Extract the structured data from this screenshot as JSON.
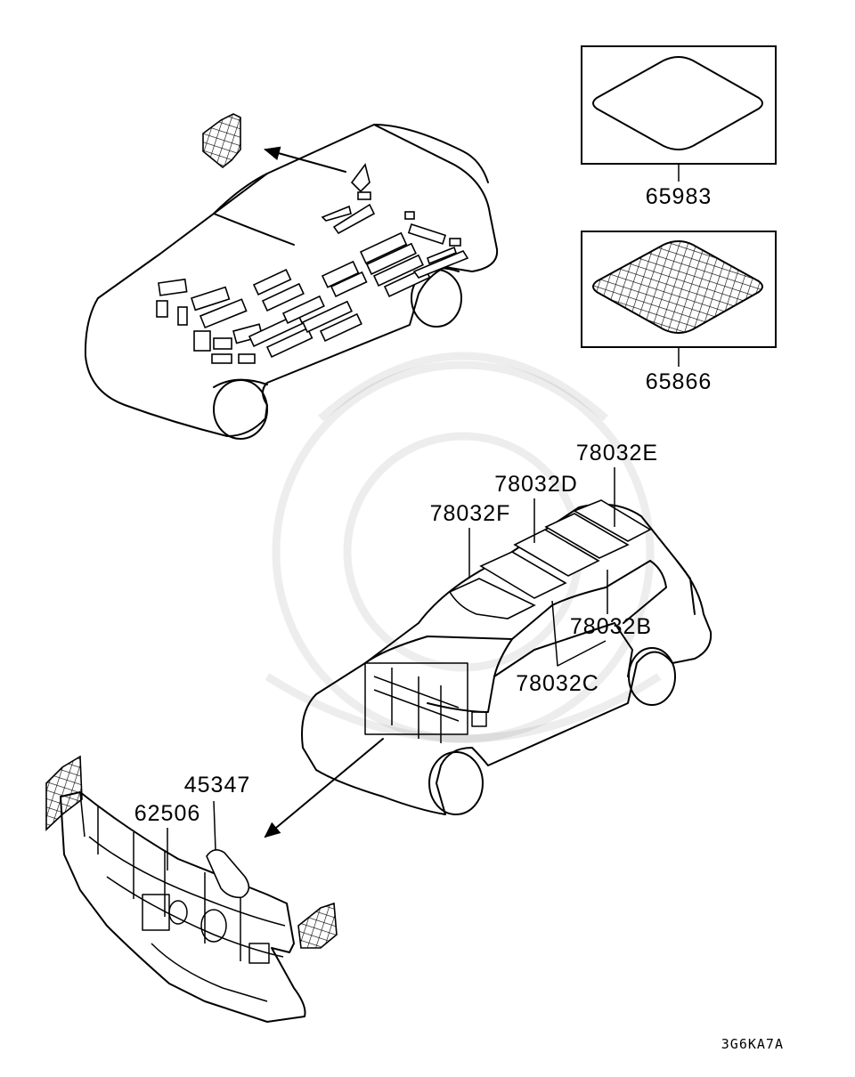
{
  "labels": {
    "p65983": "65983",
    "p65866": "65866",
    "p78032E": "78032E",
    "p78032D": "78032D",
    "p78032F": "78032F",
    "p78032B": "78032B",
    "p78032C": "78032C",
    "p45347": "45347",
    "p62506": "62506"
  },
  "diagram_code": "3G6KA7A",
  "colors": {
    "line": "#000000",
    "background": "#ffffff"
  }
}
